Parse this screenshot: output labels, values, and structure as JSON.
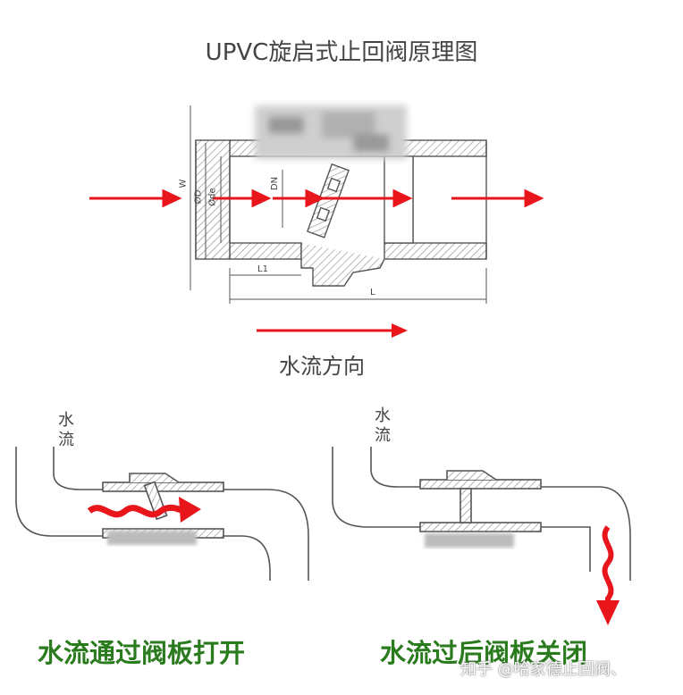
{
  "title": "UPVC旋启式止回阀原理图",
  "flow_direction_label": "水流方向",
  "dimension_labels": {
    "w": "W",
    "d": "ØD",
    "de": "Ødе",
    "dn": "DN",
    "l1": "L1",
    "l": "L"
  },
  "left_panel": {
    "water_label": "水流",
    "caption": "水流通过阀板打开"
  },
  "right_panel": {
    "water_label": "水流",
    "caption": "水流过后阀板关闭"
  },
  "watermark": "知乎 @哈家德止回阀、",
  "colors": {
    "arrow": "#e8161b",
    "caption": "#2a7a1e",
    "drawing_line": "#555555",
    "hatch": "#888888"
  }
}
